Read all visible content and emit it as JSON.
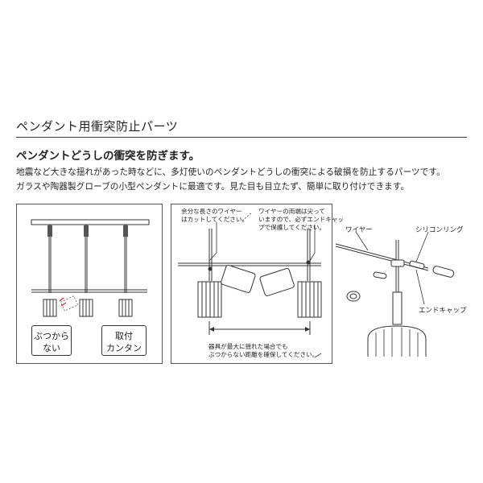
{
  "heading": {
    "title": "ペンダント用衝突防止パーツ",
    "subtitle": "ペンダントどうしの衝突を防ぎます。",
    "body_lines": [
      "地震など大きな揺れがあった時などに、多灯使いのペンダントどうしの衝突による破損を防止するパーツです。",
      "ガラスや陶器製グローブの小型ペンダントに最適です。見た目も目立たず、簡単に取り付けできます。"
    ]
  },
  "figure_left": {
    "box_no_collision": [
      "ぶつから",
      "ない"
    ],
    "box_install": [
      "取付",
      "カンタン"
    ]
  },
  "figure_middle": {
    "note_cut": [
      "余分な長さのワイヤー",
      "はカットしてください。"
    ],
    "note_tip": [
      "ワイヤーの両端は尖って",
      "いますので、必ずエンドキャッ",
      "プで保護してください。"
    ],
    "note_distance": [
      "器具が最大に揺れた場合でも",
      "ぶつからない距離を確保してください。"
    ]
  },
  "figure_right": {
    "label_wire": "ワイヤー",
    "label_silicone": "シリコンリング",
    "label_endcap": "エンドキャップ"
  }
}
